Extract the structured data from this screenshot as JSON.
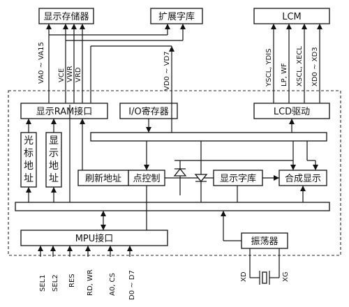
{
  "blocks": {
    "display_memory": "显示存储器",
    "extended_font": "扩展字库",
    "lcm": "LCM",
    "display_ram_interface": "显示RAM接口",
    "io_register": "I/O寄存器",
    "lcd_driver": "LCD驱动",
    "cursor_address_chars": [
      "光",
      "标",
      "地",
      "址"
    ],
    "display_address_chars": [
      "显",
      "示",
      "地",
      "址"
    ],
    "refresh_address": "刷新地址",
    "dot_control": "点控制",
    "display_font": "显示字库",
    "composite_display": "合成显示",
    "mpu_interface": "MPU接口",
    "oscillator": "振荡器"
  },
  "signals": {
    "va": "VA0 ~ VA15",
    "vce": "VCE",
    "vwr": "VWR",
    "vrd": "VRD",
    "vd": "VD0 ~ VD7",
    "yscl": "YSCL, YDIS",
    "lp": "LP, WF",
    "xscl": "XSCL, XECL",
    "xd": "XD0 ~ XD3",
    "sel1": "SEL1",
    "sel2": "SEL2",
    "res": "RES",
    "rd_wr": "RD, WR",
    "a0_cs": "A0, CS",
    "d": "D0 ~ D7",
    "xd_pin": "XD",
    "xg_pin": "XG"
  }
}
